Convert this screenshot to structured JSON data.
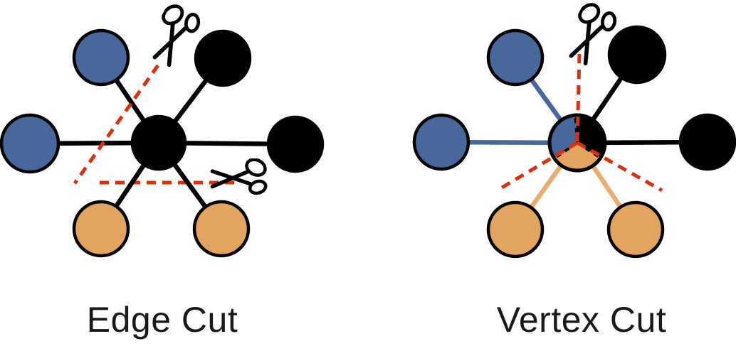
{
  "figure": {
    "panels": {
      "edge_cut": {
        "label": "Edge Cut",
        "center_node_color": "black",
        "neighbor_nodes": [
          {
            "position": "top-left",
            "color": "blue"
          },
          {
            "position": "top-right",
            "color": "black"
          },
          {
            "position": "left",
            "color": "blue"
          },
          {
            "position": "right",
            "color": "black"
          },
          {
            "position": "bottom-left",
            "color": "orange"
          },
          {
            "position": "bottom-right",
            "color": "orange"
          }
        ],
        "cut_lines": [
          "diagonal-cut-across-upper-left-edge",
          "horizontal-cut-across-lower-edges"
        ],
        "scissors_icons": 2
      },
      "vertex_cut": {
        "label": "Vertex Cut",
        "center_node_colors": [
          "blue",
          "black",
          "orange"
        ],
        "neighbor_nodes": [
          {
            "position": "top-left",
            "color": "blue"
          },
          {
            "position": "top-right",
            "color": "black"
          },
          {
            "position": "left",
            "color": "blue"
          },
          {
            "position": "right",
            "color": "black"
          },
          {
            "position": "bottom-left",
            "color": "orange"
          },
          {
            "position": "bottom-right",
            "color": "orange"
          }
        ],
        "cut_lines": [
          "cut-ray-up",
          "cut-ray-down-left",
          "cut-ray-down-right"
        ],
        "scissors_icons": 1
      }
    }
  },
  "colors": {
    "background": "#ffffff",
    "node-blue": "#48689c",
    "node-orange": "#e2a45f",
    "node-black": "#000000",
    "edge-blue": "#48689c",
    "edge-orange": "#e9ad70",
    "edge-black": "#000000",
    "cut-red": "#dc2f0e",
    "outline-black": "#000000",
    "label-text": "#191919"
  }
}
